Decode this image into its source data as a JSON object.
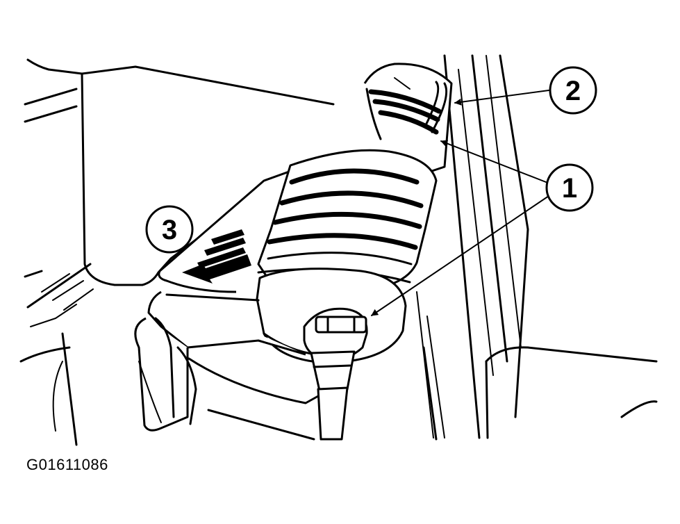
{
  "callouts": [
    {
      "number": "1"
    },
    {
      "number": "2"
    },
    {
      "number": "3"
    }
  ],
  "figure_id": "G01611086"
}
